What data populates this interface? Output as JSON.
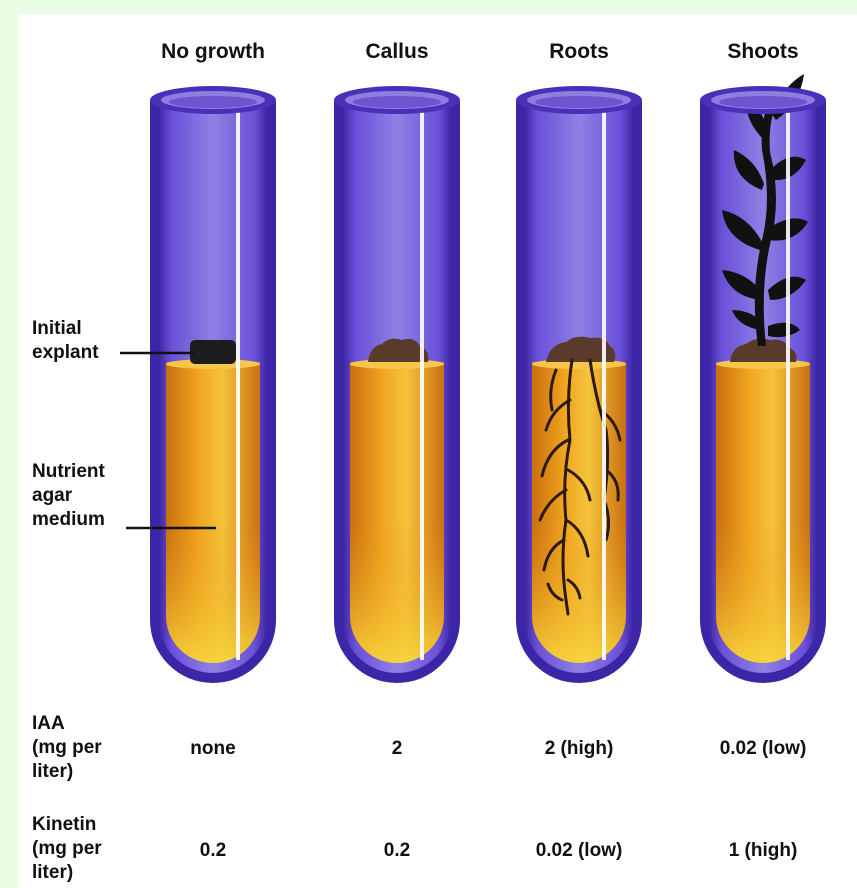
{
  "columns": [
    {
      "title": "No growth",
      "iaa": "none",
      "kinetin": "0.2"
    },
    {
      "title": "Callus",
      "iaa": "2",
      "kinetin": "0.2"
    },
    {
      "title": "Roots",
      "iaa": "2 (high)",
      "kinetin": "0.02 (low)"
    },
    {
      "title": "Shoots",
      "iaa": "0.02 (low)",
      "kinetin": "1 (high)"
    }
  ],
  "labels": {
    "explant_1": "Initial",
    "explant_2": "explant",
    "medium_1": "Nutrient",
    "medium_2": "agar",
    "medium_3": "medium"
  },
  "rows": {
    "iaa_1": "IAA",
    "iaa_2": "(mg per",
    "iaa_3": "liter)",
    "kin_1": "Kinetin",
    "kin_2": "(mg per",
    "kin_3": "liter)"
  },
  "colors": {
    "tube_glass": "#6b4fd0",
    "tube_rim": "#3f2aa0",
    "agar": "#e8951a",
    "agar_light": "#f5c23a",
    "explant": "#1e1e1e",
    "callus": "#5a3a2a",
    "plant": "#111111"
  }
}
